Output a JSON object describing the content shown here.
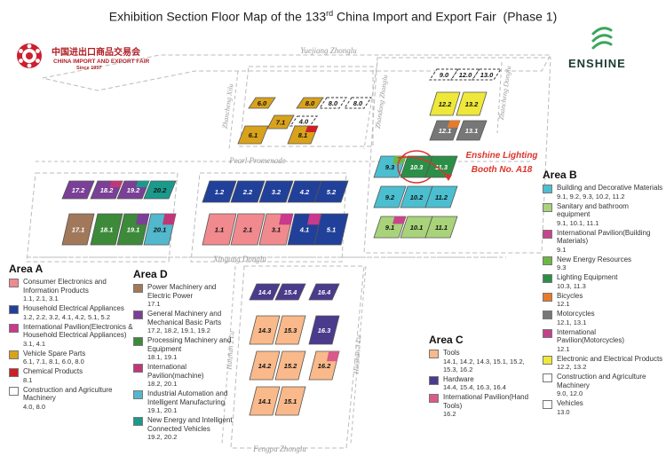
{
  "title": {
    "main": "Exhibition Section Floor Map of the 133",
    "sup": "rd",
    "rest": " China Import and Export Fair  (Phase 1)"
  },
  "logo": {
    "chinese": "中国进出口商品交易会",
    "english": "CHINA IMPORT AND EXPORT FAIR",
    "since": "Since 1957",
    "icon": "canton-fair-flower-icon"
  },
  "brand": {
    "name": "ENSHINE",
    "icon": "enshine-leaf-icon"
  },
  "roads": {
    "yuejiang": "Yuejiang Zhonglu",
    "pearl": "Pearl Promenade",
    "xingang": "Xingang Donglu",
    "fengpu": "Fengpu Zhonglu",
    "zhancheng_xilu": "Zhancheng Xilu",
    "zhandong": "Zhandong Zhonglu",
    "zhancheng_donglu": "Zhancheng Donglu",
    "huizhan2": "Huizhan 2 Lu",
    "huizhan3": "Huizhan 3 Lu"
  },
  "booth_note": {
    "line1": "Enshine Lighting",
    "line2": "Booth No. A18",
    "highlight": "10.3"
  },
  "colors": {
    "A1": "#f08a8f",
    "A2": "#21409a",
    "A3": "#c73a8c",
    "A4": "#d9a21b",
    "A5": "#cc2026",
    "A6": "#ffffff",
    "D1": "#a1785a",
    "D2": "#7a3f96",
    "D3": "#3c8a3a",
    "D4": "#c03778",
    "D5": "#52b8cd",
    "D6": "#1a9a8c",
    "B1": "#4bbfd0",
    "B2": "#a8d37a",
    "B3": "#c8458b",
    "B4": "#6ab844",
    "B5": "#2c8f48",
    "B6": "#e97a2a",
    "B7": "#777777",
    "B8": "#c2418a",
    "B9": "#eee83a",
    "B10": "#ffffff",
    "B11": "#ffffff",
    "C1": "#f9b98a",
    "C2": "#4a3b8c",
    "C3": "#d95a8a"
  },
  "legend": {
    "areaA": {
      "heading": "Area A",
      "items": [
        {
          "key": "A1",
          "label": "Consumer Electronics and Information Products",
          "halls": "1.1, 2.1, 3.1"
        },
        {
          "key": "A2",
          "label": "Household Electrical Appliances",
          "halls": "1.2, 2.2, 3.2, 4.1, 4.2, 5.1, 5.2"
        },
        {
          "key": "A3",
          "label": "International Pavilion(Electronics & Household Electrical Appliances)",
          "halls": "3.1, 4.1"
        },
        {
          "key": "A4",
          "label": "Vehicle Spare Parts",
          "halls": "6.1, 7.1, 8.1, 6.0, 8.0"
        },
        {
          "key": "A5",
          "label": "Chemical Products",
          "halls": "8.1"
        },
        {
          "key": "A6",
          "label": "Construction and Agriculture Machinery",
          "halls": "4.0, 8.0"
        }
      ]
    },
    "areaD": {
      "heading": "Area D",
      "items": [
        {
          "key": "D1",
          "label": "Power Machinery and Electric Power",
          "halls": "17.1"
        },
        {
          "key": "D2",
          "label": "General Machinery and Mechanical Basic Parts",
          "halls": "17.2, 18.2, 19.1, 19.2"
        },
        {
          "key": "D3",
          "label": "Processing Machinery and Equipment",
          "halls": "18.1, 19.1"
        },
        {
          "key": "D4",
          "label": "International Pavilion(machine)",
          "halls": "18.2, 20.1"
        },
        {
          "key": "D5",
          "label": "Industrial Automation and Intelligent Manufacturing",
          "halls": "19.1, 20.1"
        },
        {
          "key": "D6",
          "label": "New Energy and Intelligent Connected Vehicles",
          "halls": "19.2, 20.2"
        }
      ]
    },
    "areaB": {
      "heading": "Area B",
      "items": [
        {
          "key": "B1",
          "label": "Building and Decorative Materials",
          "halls": "9.1, 9.2, 9.3, 10.2, 11.2"
        },
        {
          "key": "B2",
          "label": "Sanitary and bathroom equipment",
          "halls": "9.1, 10.1, 11.1"
        },
        {
          "key": "B3",
          "label": "International Pavilion(Building Materials)",
          "halls": "9.1"
        },
        {
          "key": "B4",
          "label": "New Energy Resources",
          "halls": "9.3"
        },
        {
          "key": "B5",
          "label": "Lighting Equipment",
          "halls": "10.3, 11.3"
        },
        {
          "key": "B6",
          "label": "Bicycles",
          "halls": "12.1"
        },
        {
          "key": "B7",
          "label": "Motorcycles",
          "halls": "12.1, 13.1"
        },
        {
          "key": "B8",
          "label": "International Pavilion(Motorcycles)",
          "halls": "12.1"
        },
        {
          "key": "B9",
          "label": "Electronic and Electrical Products",
          "halls": "12.2, 13.2"
        },
        {
          "key": "B10",
          "label": "Construction and Agriculture Machinery",
          "halls": "9.0, 12.0"
        },
        {
          "key": "B11",
          "label": "Vehicles",
          "halls": "13.0"
        }
      ]
    },
    "areaC": {
      "heading": "Area C",
      "items": [
        {
          "key": "C1",
          "label": "Tools",
          "halls": "14.1, 14.2, 14.3, 15.1, 15.2, 15.3, 16.2"
        },
        {
          "key": "C2",
          "label": "Hardware",
          "halls": "14.4, 15.4, 16.3, 16.4"
        },
        {
          "key": "C3",
          "label": "International Pavilion(Hand Tools)",
          "halls": "16.2"
        }
      ]
    }
  },
  "halls": [
    {
      "id": "6.0",
      "fill": "A4"
    },
    {
      "id": "8.0",
      "fill": "A4"
    },
    {
      "id": "8.0",
      "fill": "A6",
      "dashed": true
    },
    {
      "id": "8.0",
      "fill": "A6",
      "dashed": true
    },
    {
      "id": "7.1",
      "fill": "A4"
    },
    {
      "id": "4.0",
      "fill": "A6",
      "dashed": true
    },
    {
      "id": "6.1",
      "fill": "A4"
    },
    {
      "id": "8.1",
      "fill": "A4",
      "accent": "A5"
    },
    {
      "id": "17.2",
      "fill": "D2"
    },
    {
      "id": "18.2",
      "fill": "D2",
      "accent": "D4"
    },
    {
      "id": "19.2",
      "fill": "D2",
      "accent": "D6"
    },
    {
      "id": "20.2",
      "fill": "D6"
    },
    {
      "id": "17.1",
      "fill": "D1"
    },
    {
      "id": "18.1",
      "fill": "D3"
    },
    {
      "id": "19.1",
      "fill": "D3",
      "accent": "D2"
    },
    {
      "id": "20.1",
      "fill": "D5",
      "accent": "D4"
    },
    {
      "id": "1.2",
      "fill": "A2"
    },
    {
      "id": "2.2",
      "fill": "A2"
    },
    {
      "id": "3.2",
      "fill": "A2"
    },
    {
      "id": "4.2",
      "fill": "A2"
    },
    {
      "id": "5.2",
      "fill": "A2"
    },
    {
      "id": "1.1",
      "fill": "A1"
    },
    {
      "id": "2.1",
      "fill": "A1"
    },
    {
      "id": "3.1",
      "fill": "A1",
      "accent": "A3"
    },
    {
      "id": "4.1",
      "fill": "A2",
      "accent": "A3"
    },
    {
      "id": "5.1",
      "fill": "A2"
    },
    {
      "id": "9.0",
      "fill": "B10",
      "dashed": true
    },
    {
      "id": "12.0",
      "fill": "B10",
      "dashed": true
    },
    {
      "id": "13.0",
      "fill": "B11",
      "dashed": true
    },
    {
      "id": "12.2",
      "fill": "B9"
    },
    {
      "id": "13.2",
      "fill": "B9"
    },
    {
      "id": "12.1",
      "fill": "B7",
      "accent": "B6"
    },
    {
      "id": "13.1",
      "fill": "B7"
    },
    {
      "id": "9.3",
      "fill": "B1",
      "accent": "B4"
    },
    {
      "id": "10.3",
      "fill": "B5"
    },
    {
      "id": "11.3",
      "fill": "B5"
    },
    {
      "id": "9.2",
      "fill": "B1"
    },
    {
      "id": "10.2",
      "fill": "B1"
    },
    {
      "id": "11.2",
      "fill": "B1"
    },
    {
      "id": "9.1",
      "fill": "B2",
      "accent": "B3"
    },
    {
      "id": "10.1",
      "fill": "B2"
    },
    {
      "id": "11.1",
      "fill": "B2"
    },
    {
      "id": "14.4",
      "fill": "C2"
    },
    {
      "id": "15.4",
      "fill": "C2"
    },
    {
      "id": "16.4",
      "fill": "C2"
    },
    {
      "id": "14.3",
      "fill": "C1"
    },
    {
      "id": "15.3",
      "fill": "C1"
    },
    {
      "id": "16.3",
      "fill": "C2"
    },
    {
      "id": "14.2",
      "fill": "C1"
    },
    {
      "id": "15.2",
      "fill": "C1"
    },
    {
      "id": "16.2",
      "fill": "C1",
      "accent": "C3"
    },
    {
      "id": "14.1",
      "fill": "C1"
    },
    {
      "id": "15.1",
      "fill": "C1"
    }
  ]
}
